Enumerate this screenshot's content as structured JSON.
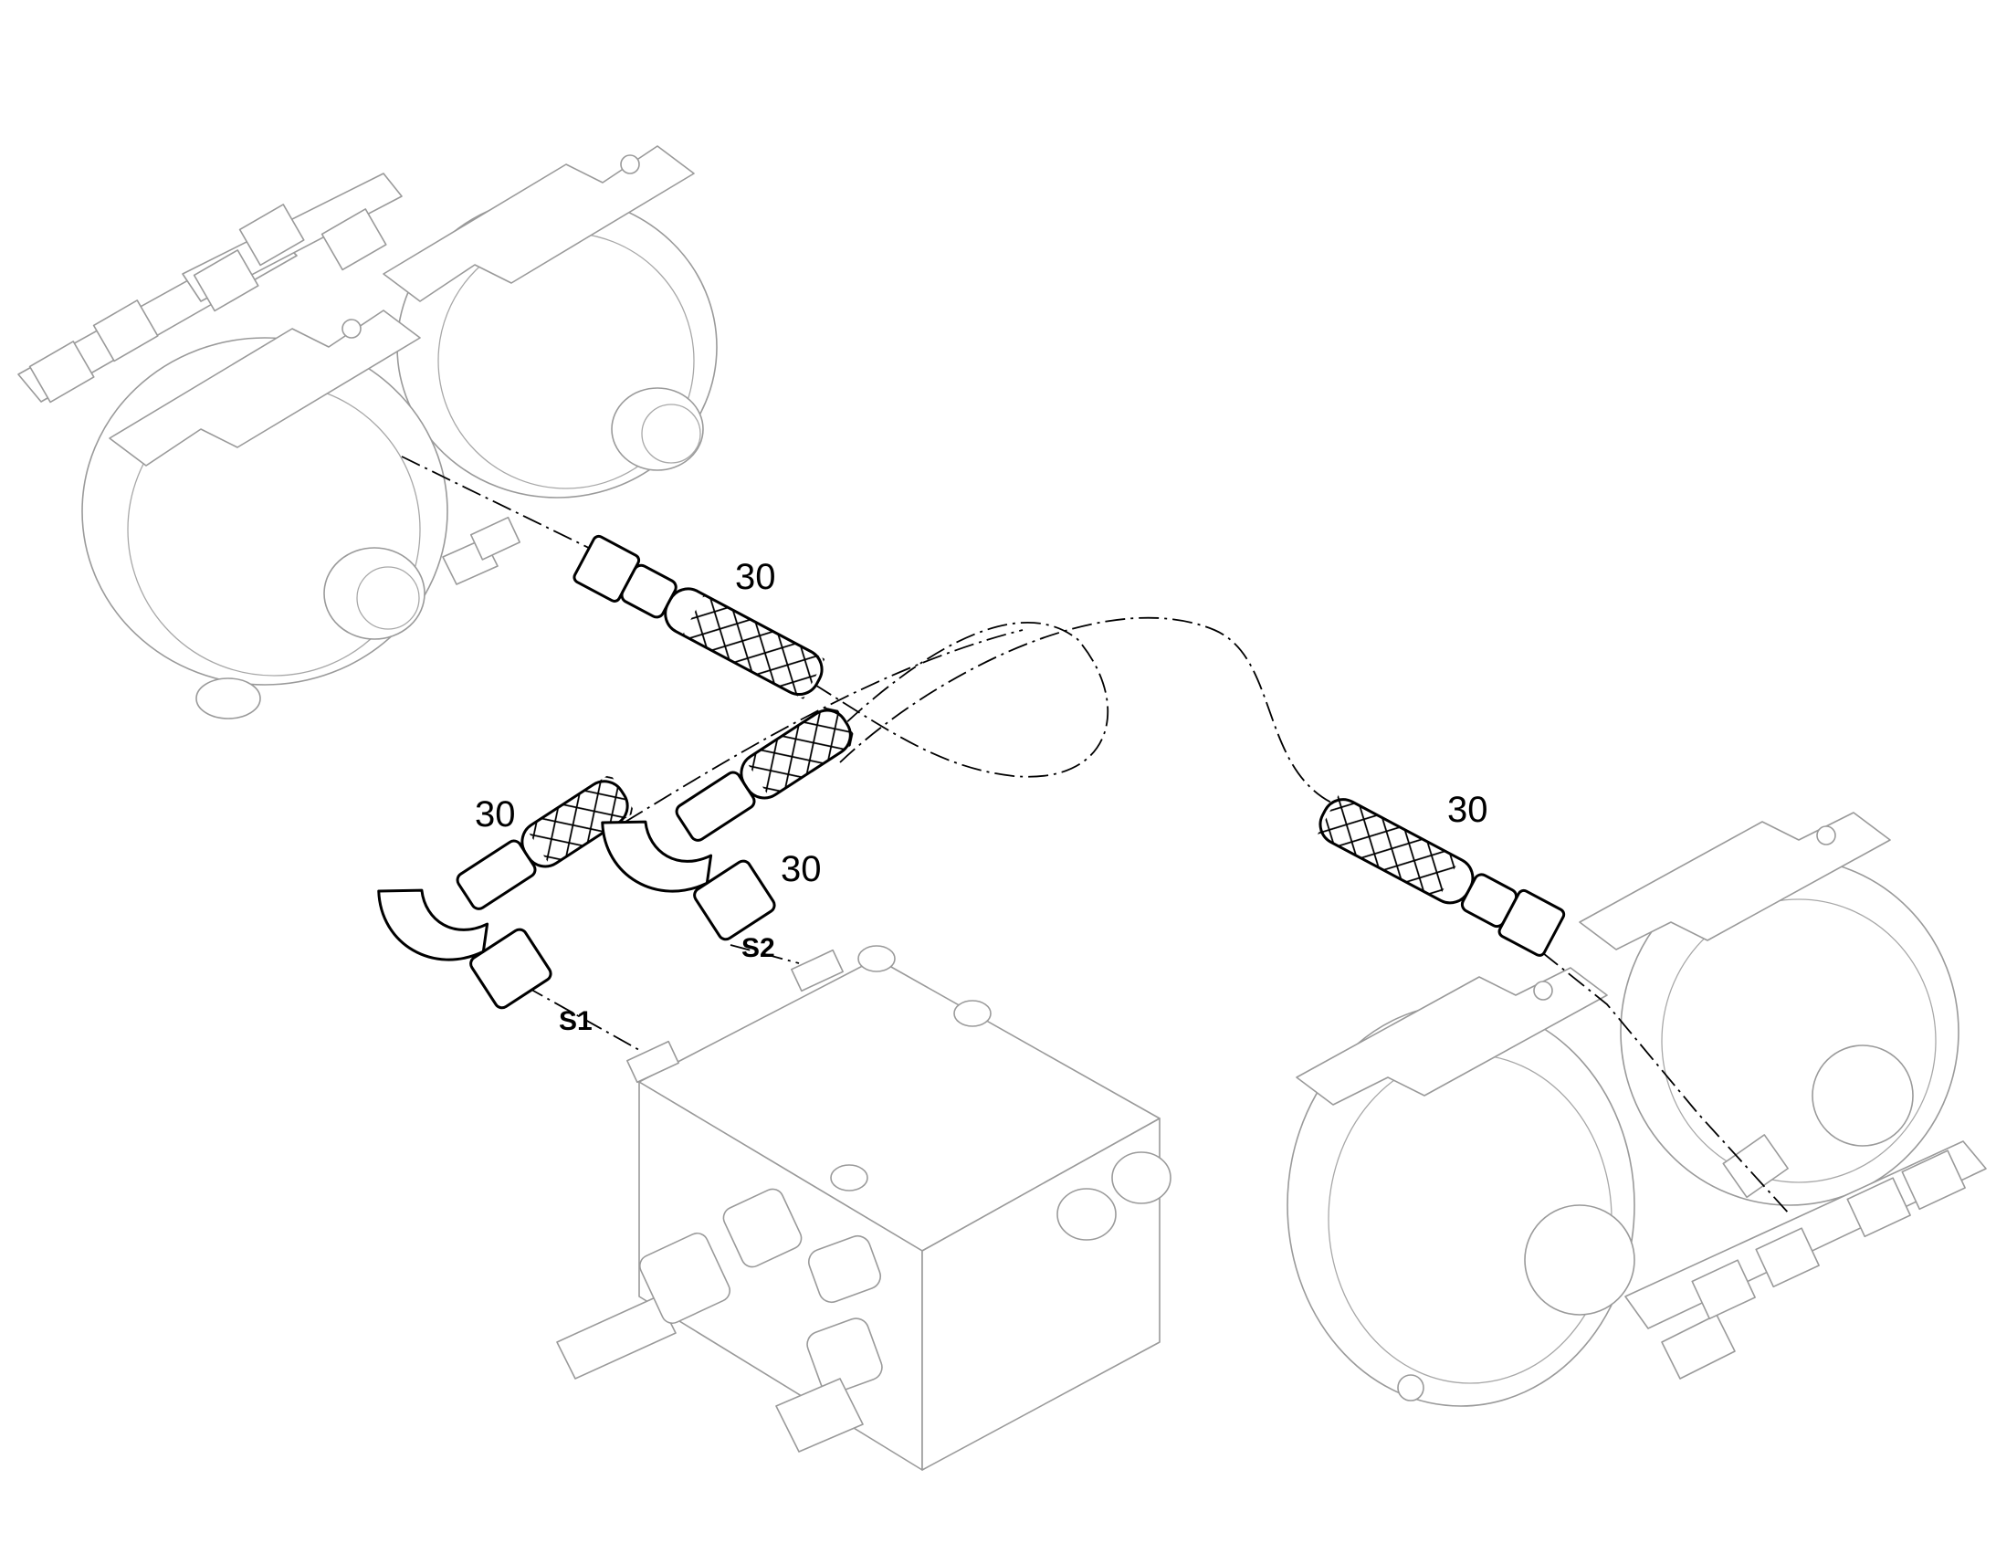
{
  "callouts": {
    "hose_top": "30",
    "hose_left": "30",
    "hose_middle": "30",
    "hose_right": "30"
  },
  "ports": {
    "s1": "S1",
    "s2": "S2"
  },
  "colors": {
    "line_bold": "#000000",
    "line_ghost": "#9a9a9a",
    "background": "#ffffff"
  }
}
